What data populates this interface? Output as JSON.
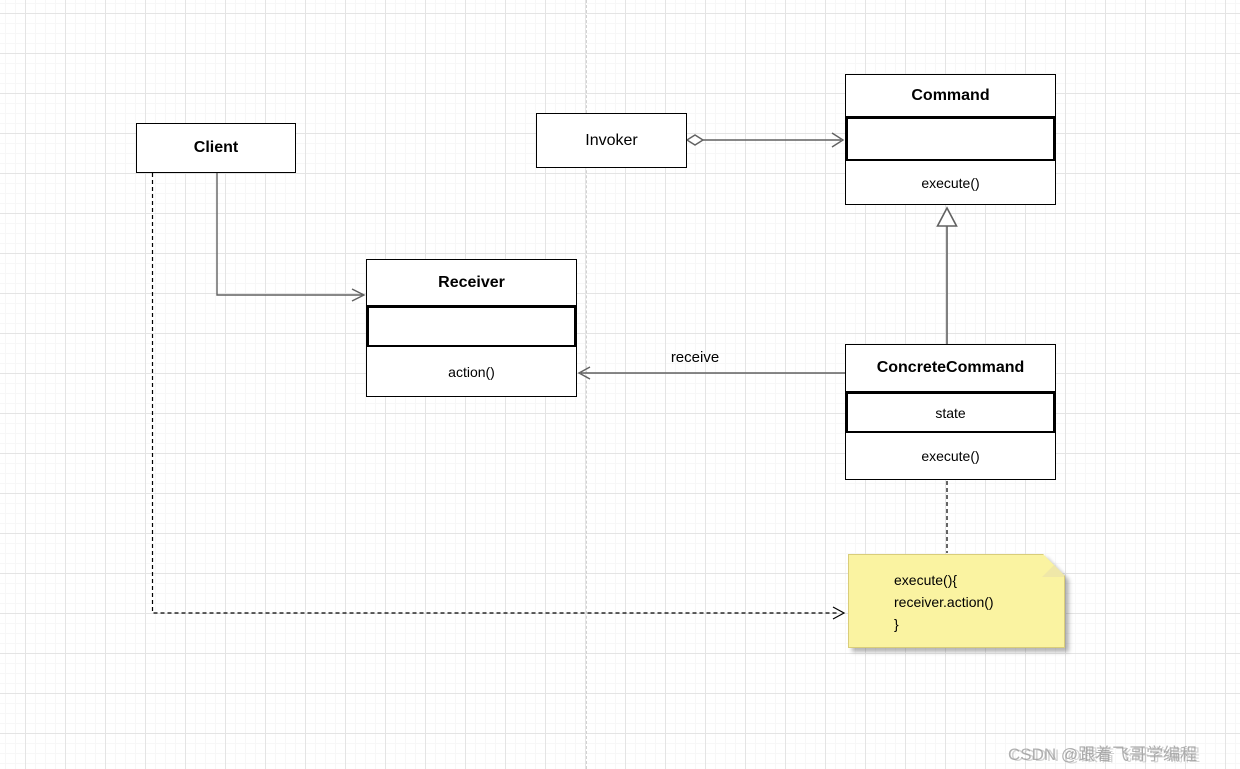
{
  "nodes": {
    "client": {
      "label": "Client"
    },
    "invoker": {
      "label": "Invoker"
    },
    "command": {
      "title": "Command",
      "methods": [
        "execute()"
      ]
    },
    "receiver": {
      "title": "Receiver",
      "methods": [
        "action()"
      ]
    },
    "concrete_command": {
      "title": "ConcreteCommand",
      "fields": [
        "state"
      ],
      "methods": [
        "execute()"
      ]
    },
    "note": {
      "lines": [
        "execute(){",
        "receiver.action()",
        "}"
      ]
    }
  },
  "edges": {
    "invoker_command": {
      "type": "aggregation",
      "from": "Invoker",
      "to": "Command",
      "label": ""
    },
    "client_receiver": {
      "type": "directed",
      "from": "Client",
      "to": "Receiver",
      "label": ""
    },
    "concrete_command_command": {
      "type": "generalization",
      "from": "ConcreteCommand",
      "to": "Command",
      "label": ""
    },
    "concrete_command_receiver": {
      "type": "directed",
      "from": "ConcreteCommand",
      "to": "Receiver",
      "label": "receive"
    },
    "client_note": {
      "type": "dashed-directed",
      "from": "Client",
      "to": "note",
      "label": ""
    },
    "concrete_command_note": {
      "type": "dashed",
      "from": "ConcreteCommand",
      "to": "note",
      "label": ""
    }
  },
  "watermark": {
    "text": "CSDN @跟着飞哥学编程"
  },
  "colors": {
    "note_fill": "#faf3a1",
    "note_border": "#d9cd7a",
    "connector_line": "#616161",
    "dashed_line": "#000000",
    "grid_major": "#e4e4e4",
    "watermark": "#969696"
  }
}
